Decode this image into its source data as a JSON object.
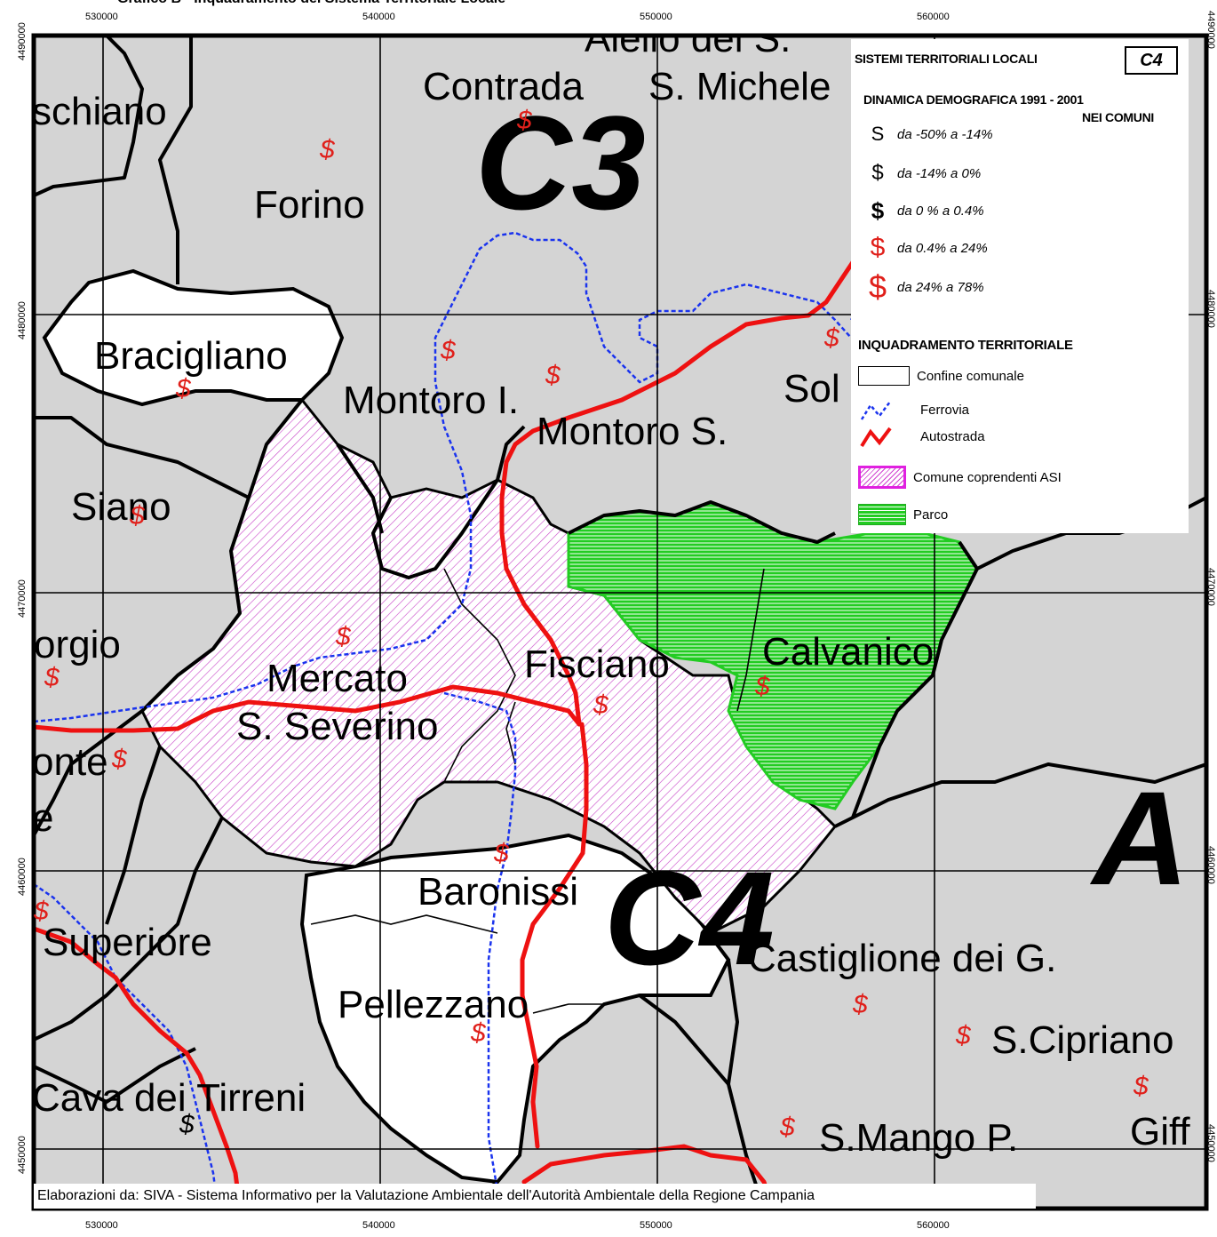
{
  "figure_title": "Grafico B - Inquadramento del Sistema Territoriale Locale",
  "coords": {
    "x_ticks": [
      "530000",
      "540000",
      "550000",
      "560000"
    ],
    "y_ticks": [
      "4490000",
      "4480000",
      "4470000",
      "4460000",
      "4450000"
    ]
  },
  "big_labels": {
    "north": "C3",
    "south": "C4",
    "east": "A"
  },
  "towns": {
    "schiano": "schiano",
    "forino": "Forino",
    "contrada": "Contrada",
    "michele": "S. Michele",
    "aiello": "Aiello del S.",
    "bracigliano": "Bracigliano",
    "montoro_i": "Montoro I.",
    "montoro_s": "Montoro S.",
    "solofra": "Sol",
    "siano": "Siano",
    "giorgio": "orgio",
    "mercato1": "Mercato",
    "mercato2": "S. Severino",
    "fisciano": "Fisciano",
    "calvanico": "Calvanico",
    "monte": "onte",
    "e_frag": "e",
    "baronissi": "Baronissi",
    "superiore": "Superiore",
    "castiglione": "Castiglione dei G.",
    "pellezzano": "Pellezzano",
    "scipriano": "S.Cipriano",
    "cava": "Cava dei Tirreni",
    "smango": "S.Mango P.",
    "giff": "Giff"
  },
  "legend": {
    "box_code": "C4",
    "title1": "SISTEMI TERRITORIALI LOCALI",
    "title2": "DINAMICA DEMOGRAFICA 1991 - 2001",
    "title3": "NEI COMUNI",
    "classes": [
      {
        "label": "da -50% a -14%"
      },
      {
        "label": "da -14% a 0%"
      },
      {
        "label": "da 0 % a 0.4%"
      },
      {
        "label": "da 0.4% a 24%"
      },
      {
        "label": "da 24% a 78%"
      }
    ],
    "section2": "INQUADRAMENTO TERRITORIALE",
    "items": [
      {
        "label": "Confine comunale"
      },
      {
        "label": "Ferrovia"
      },
      {
        "label": "Autostrada"
      },
      {
        "label": "Comune coprendenti ASI"
      },
      {
        "label": "Parco"
      }
    ]
  },
  "credit": "Elaborazioni da: SIVA - Sistema Informativo per la Valutazione Ambientale dell'Autorità Ambientale della Regione Campania",
  "colors": {
    "grey_fill": "#d4d4d4",
    "asi_hatch": "#d040d0",
    "park": "#22cc22",
    "railway": "#1a33ee",
    "motorway": "#ee1111",
    "symbol": "#e0201b"
  }
}
